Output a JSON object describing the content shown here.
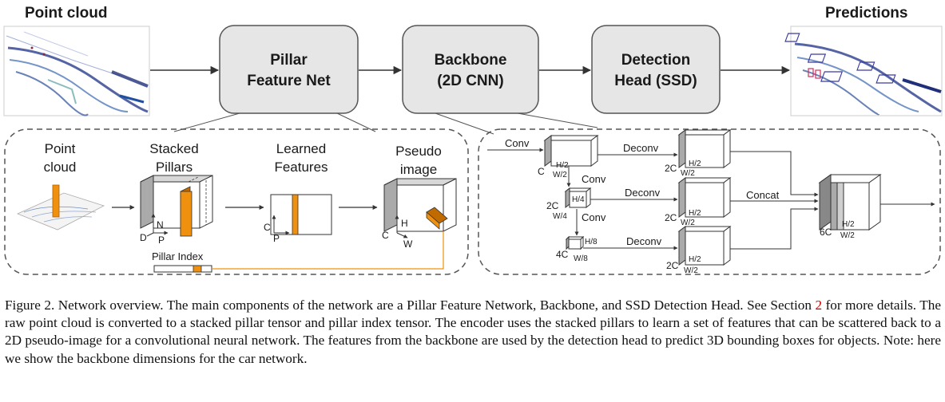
{
  "headers": {
    "input": "Point cloud",
    "output": "Predictions"
  },
  "stages": {
    "pfn": [
      "Pillar",
      "Feature Net"
    ],
    "backbone": [
      "Backbone",
      "(2D CNN)"
    ],
    "head": [
      "Detection",
      "Head (SSD)"
    ]
  },
  "pfn_detail": {
    "point_cloud": [
      "Point",
      "cloud"
    ],
    "stacked": [
      "Stacked",
      "Pillars"
    ],
    "learned": [
      "Learned",
      "Features"
    ],
    "pseudo": [
      "Pseudo",
      "image"
    ],
    "pillar_index": "Pillar Index",
    "axes": {
      "D": "D",
      "N": "N",
      "P": "P",
      "C": "C",
      "H": "H",
      "W": "W"
    }
  },
  "backbone_detail": {
    "conv": "Conv",
    "deconv": "Deconv",
    "concat": "Concat",
    "dims": {
      "c": "C",
      "h2": "H/2",
      "w2": "W/2",
      "c2": "2C",
      "h4": "H/4",
      "w4": "W/4",
      "c4": "4C",
      "h8": "H/8",
      "w8": "W/8",
      "c6": "6C"
    }
  },
  "caption": {
    "prefix": "Figure 2. Network overview. The main components of the network are a Pillar Feature Network, Backbone, and SSD Detection Head. See Section ",
    "ref": "2",
    "suffix": " for more details. The raw point cloud is converted to a stacked pillar tensor and pillar index tensor. The encoder uses the stacked pillars to learn a set of features that can be scattered back to a 2D pseudo-image for a convolutional neural network. The features from the backbone are used by the detection head to predict 3D bounding boxes for objects. Note: here we show the backbone dimensions for the car network."
  },
  "colors": {
    "orange": "#f0900f",
    "box_fill": "#e6e6e6",
    "line": "#333333",
    "ref_red": "#cc0000"
  }
}
